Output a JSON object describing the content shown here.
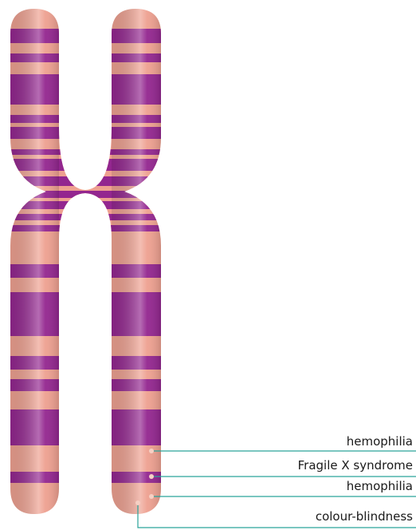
{
  "colors": {
    "band_light": "#eea090",
    "band_dark": "#93268f",
    "leader_line": "#2aa39a",
    "locus_dot": "#f6d0c4"
  },
  "labels": [
    {
      "id": "hemophilia-1",
      "text": "hemophilia"
    },
    {
      "id": "fragile-x",
      "text": "Fragile X syndrome"
    },
    {
      "id": "hemophilia-2",
      "text": "hemophilia"
    },
    {
      "id": "colour-blindness",
      "text": "colour-blindness"
    }
  ]
}
